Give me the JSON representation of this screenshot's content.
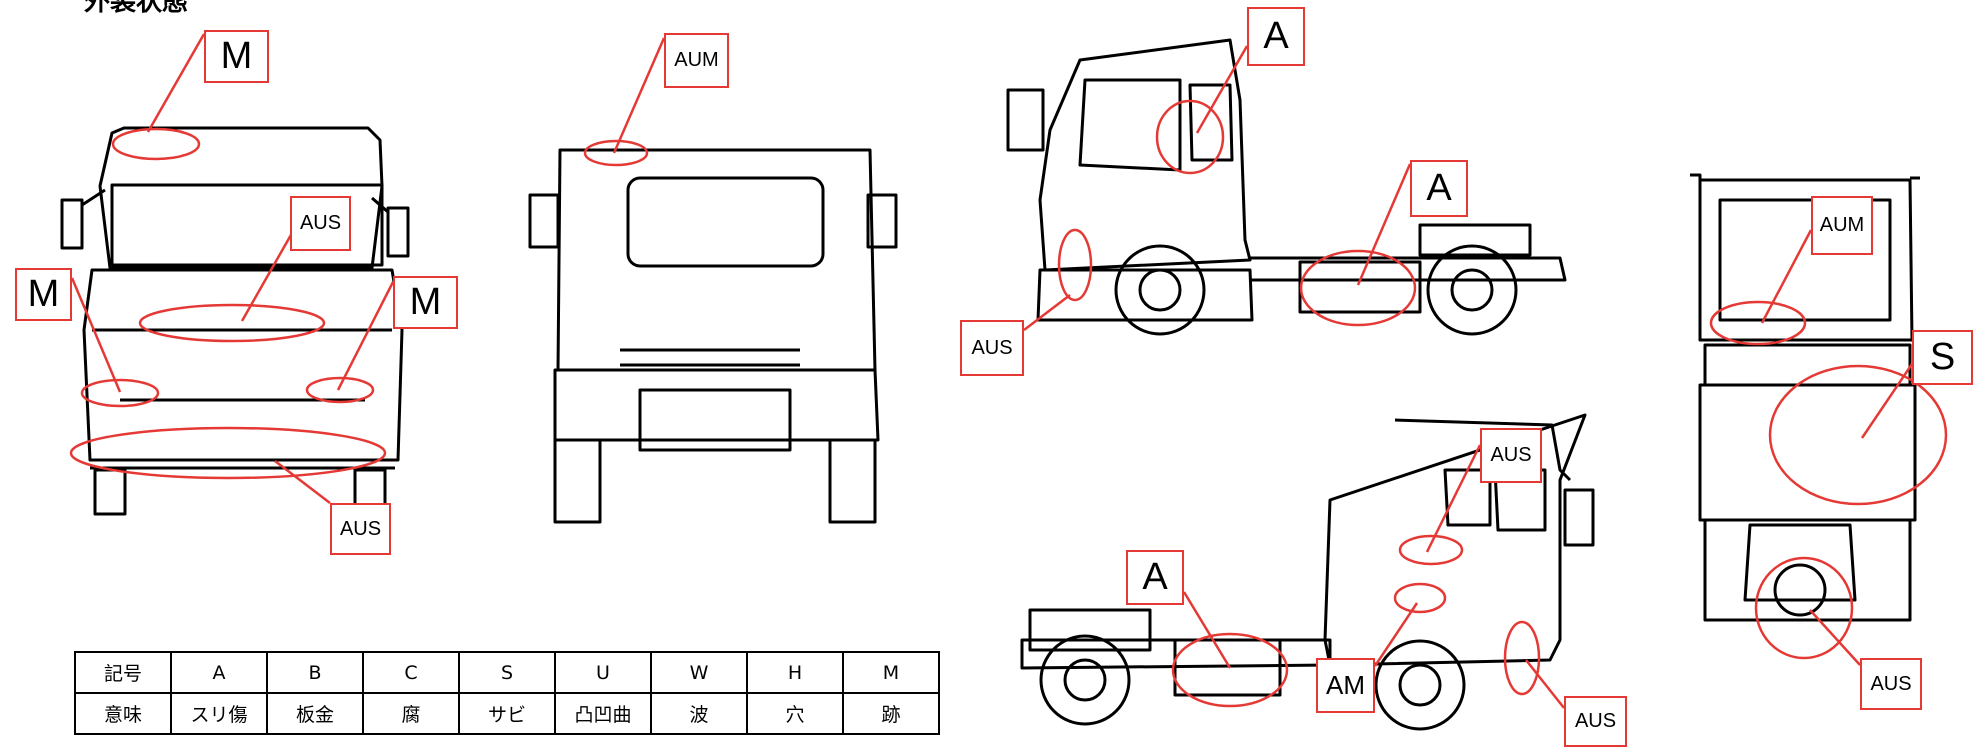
{
  "title": "外装状態",
  "colors": {
    "marker": "#e53935",
    "line": "#000000"
  },
  "labels": {
    "front_top": "M",
    "front_windshield": "AUS",
    "front_left_lamp": "M",
    "front_right_lamp": "M",
    "front_bumper": "AUS",
    "rear_top": "AUM",
    "left_side_door": "A",
    "left_side_tank": "A",
    "left_side_bumper": "AUS",
    "right_side_upper": "AUS",
    "right_side_tank": "A",
    "right_side_step": "AM",
    "right_side_bumper": "AUS",
    "top_roof": "AUM",
    "top_cab_roof": "S",
    "top_rear": "AUS"
  },
  "legend": {
    "header_label": "記号",
    "meaning_label": "意味",
    "items": [
      {
        "code": "A",
        "meaning": "スリ傷"
      },
      {
        "code": "B",
        "meaning": "板金"
      },
      {
        "code": "C",
        "meaning": "腐"
      },
      {
        "code": "S",
        "meaning": "サビ"
      },
      {
        "code": "U",
        "meaning": "凸凹曲"
      },
      {
        "code": "W",
        "meaning": "波"
      },
      {
        "code": "H",
        "meaning": "穴"
      },
      {
        "code": "M",
        "meaning": "跡"
      }
    ]
  }
}
